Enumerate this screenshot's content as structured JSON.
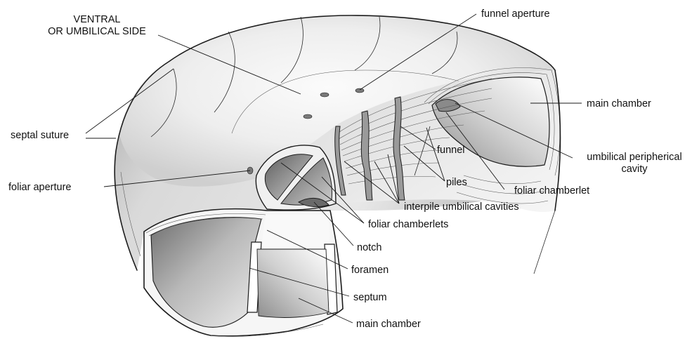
{
  "labels": {
    "ventral_line1": "VENTRAL",
    "ventral_line2": "OR UMBILICAL SIDE",
    "funnel_aperture": "funnel aperture",
    "main_chamber_top": "main chamber",
    "septal_suture": "septal suture",
    "umbilical_peripheral_line1": "umbilical peripherical",
    "umbilical_peripheral_line2": "cavity",
    "funnel": "funnel",
    "foliar_aperture": "foliar aperture",
    "piles": "piles",
    "foliar_chamberlet": "foliar chamberlet",
    "interpile_umbilical_cavities": "interpile umbilical cavities",
    "foliar_chamberlets": "foliar chamberlets",
    "notch": "notch",
    "foramen": "foramen",
    "septum": "septum",
    "main_chamber_bottom": "main chamber"
  },
  "colors": {
    "ink": "#1c1c1c",
    "shell_light": "#f4f4f4",
    "shell_mid": "#c9c9c9",
    "shell_dark": "#8a8a8a",
    "chamber_dark": "#7d7d7d"
  }
}
